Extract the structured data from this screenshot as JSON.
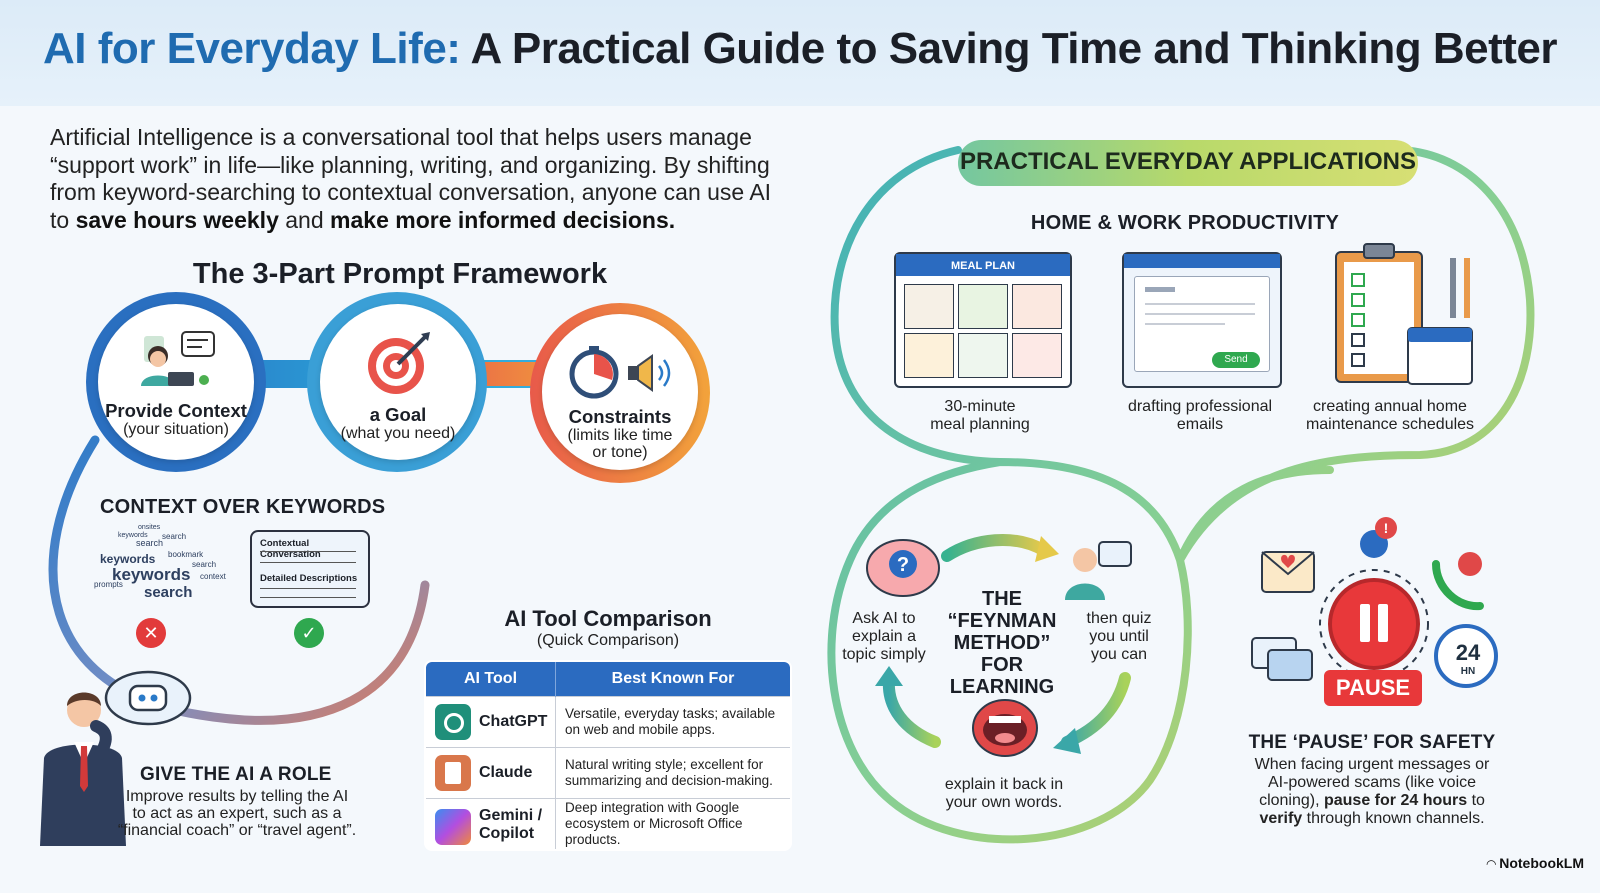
{
  "title": {
    "highlight": "AI for Everyday Life:",
    "rest": " A Practical Guide to Saving Time and Thinking Better"
  },
  "intro": {
    "part1": "Artificial Intelligence is a conversational tool that helps users manage “support work” in life—like planning, writing, and organizing. By shifting from keyword-searching to contextual conversation, anyone can use AI to ",
    "bold1": "save hours weekly",
    "part2": " and ",
    "bold2": "make more informed decisions."
  },
  "framework": {
    "title": "The 3-Part Prompt Framework",
    "parts": [
      {
        "label": "Provide Context",
        "sub": "(your situation)",
        "icon": "person-laptop-icon"
      },
      {
        "label": "a Goal",
        "sub": "(what you need)",
        "icon": "target-icon"
      },
      {
        "label": "Constraints",
        "sub1": "(limits like time",
        "sub2": "or tone)",
        "icon": "stopwatch-icon"
      }
    ]
  },
  "context_keywords": {
    "title": "CONTEXT OVER KEYWORDS",
    "words": [
      "keywords",
      "search",
      "keywords",
      "search",
      "context",
      "search",
      "keywords",
      "prompts",
      "onsites",
      "search",
      "bookmark"
    ],
    "bubble_line1": "Contextual Conversation",
    "bubble_line2": "Detailed Descriptions"
  },
  "role": {
    "title": "GIVE THE AI A ROLE",
    "line1": "Improve results by telling the AI",
    "line2": "to act as an expert, such as a",
    "line3": "“financial coach” or “travel agent”."
  },
  "comparison": {
    "title": "AI Tool Comparison",
    "subtitle": "(Quick Comparison)",
    "headers": [
      "AI Tool",
      "Best Known For"
    ],
    "rows": [
      {
        "tool": "ChatGPT",
        "desc1": "Versatile, everyday tasks; available",
        "desc2": "on web and mobile apps.",
        "color": "#1f8f7a"
      },
      {
        "tool": "Claude",
        "desc1": "Natural writing style; excellent for",
        "desc2": "summarizing and decision-making.",
        "color": "#d9774b"
      },
      {
        "tool1": "Gemini /",
        "tool2": "Copilot",
        "desc1": "Deep integration with Google",
        "desc2": "ecosystem or Microsoft Office products.",
        "color": "#5b6ee8"
      }
    ]
  },
  "applications": {
    "title": "PRACTICAL EVERYDAY APPLICATIONS",
    "productivity": {
      "title": "HOME & WORK PRODUCTIVITY",
      "items": [
        {
          "line1": "30-minute",
          "line2": "meal planning",
          "calendar_header": "MEAL PLAN"
        },
        {
          "line1": "drafting professional",
          "line2": "emails",
          "send_label": "Send"
        },
        {
          "line1": "creating annual home",
          "line2": "maintenance schedules"
        }
      ]
    },
    "feynman": {
      "title1": "THE",
      "title2": "“FEYNMAN",
      "title3": "METHOD”",
      "title4": "FOR LEARNING",
      "left1": "Ask AI to",
      "left2": "explain a",
      "left3": "topic simply",
      "right1": "then quiz",
      "right2": "you until",
      "right3": "you can",
      "bottom1": "explain it back in",
      "bottom2": "your own words."
    },
    "pause": {
      "title": "THE ‘PAUSE’ FOR SAFETY",
      "line1": "When facing urgent messages or",
      "line2": "AI-powered scams (like voice",
      "line3a": "cloning), ",
      "line3b": "pause for 24 hours",
      "line3c": " to",
      "line4a": "verify",
      "line4b": " through known channels.",
      "button": "PAUSE",
      "clock_num": "24",
      "clock_unit": "HN"
    }
  },
  "brand": "NotebookLM",
  "colors": {
    "title_blue": "#1f6bb0",
    "table_header": "#2b6bc0",
    "pause_red": "#e8383a"
  }
}
